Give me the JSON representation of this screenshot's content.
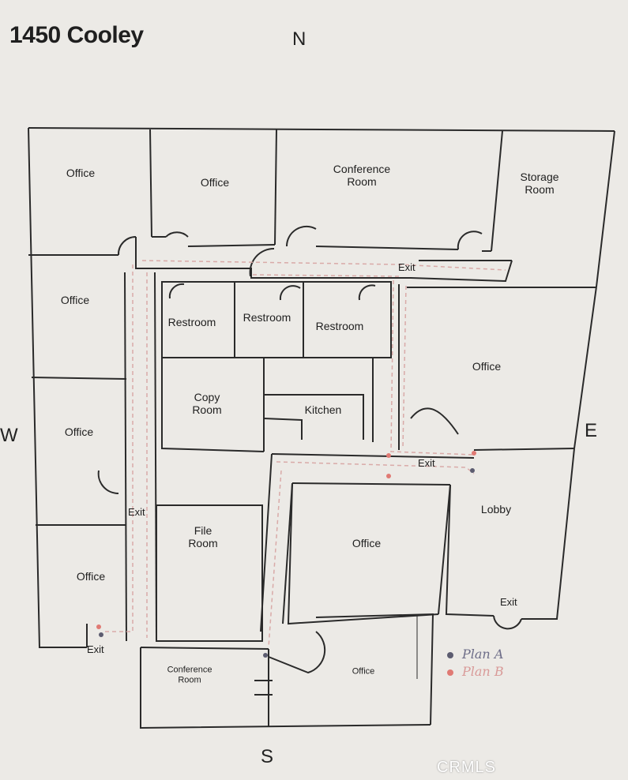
{
  "title": "1450 Cooley",
  "compass": {
    "north": "N",
    "south": "S",
    "east": "E",
    "west": "W"
  },
  "rooms": {
    "office_nw": "Office",
    "office_n2": "Office",
    "conference_n": [
      "Conference",
      "Room"
    ],
    "storage": [
      "Storage",
      "Room"
    ],
    "office_w2": "Office",
    "restroom_1": "Restroom",
    "restroom_2": "Restroom",
    "restroom_3": "Restroom",
    "office_e": "Office",
    "copy_room": [
      "Copy",
      "Room"
    ],
    "kitchen": "Kitchen",
    "office_w3": "Office",
    "lobby": "Lobby",
    "file_room": [
      "File",
      "Room"
    ],
    "office_center": "Office",
    "office_sw": "Office",
    "conference_s": [
      "Conference",
      "Room"
    ],
    "office_s": "Office"
  },
  "exits": {
    "north_exit": "Exit",
    "east_exit": "Exit",
    "west_exit": "Exit",
    "lobby_exit": "Exit",
    "sw_exit": "Exit"
  },
  "legend": [
    {
      "label": "Plan A",
      "color": "#5c5c70"
    },
    {
      "label": "Plan B",
      "color": "#e07a74"
    }
  ],
  "watermark": "CRMLS",
  "colors": {
    "wall": "#2a2a2a",
    "route": "#d9aaa8",
    "paper": "#eceae6"
  }
}
